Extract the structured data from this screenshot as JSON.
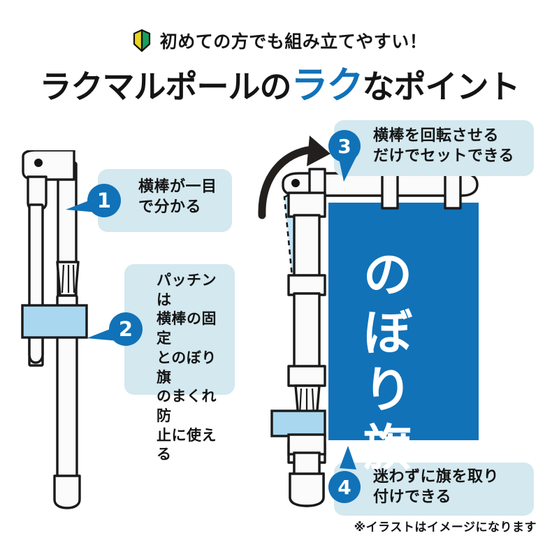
{
  "colors": {
    "brand_blue": "#1172B8",
    "flag_blue": "#1172B8",
    "callout_bg": "#d3e8ef",
    "clip_blue": "#a9d7f0",
    "outline": "#1a1a1a",
    "leaf_yellow": "#e8d520",
    "leaf_green": "#18a05a",
    "background": "#ffffff"
  },
  "header": {
    "leaf_icon": "beginner-leaf-icon",
    "subtitle": "初めての方でも組み立てやすい！",
    "title_before": "ラクマルポールの",
    "title_highlight": "ラク",
    "title_after": "なポイント"
  },
  "callouts": [
    {
      "number": "1",
      "lines": [
        "横棒が一目",
        "で分かる"
      ],
      "tail_direction": "left"
    },
    {
      "number": "2",
      "lines": [
        "パッチンは",
        "横棒の固定",
        "とのぼり旗",
        "のまくれ防",
        "止に使える"
      ],
      "tail_direction": "left"
    },
    {
      "number": "3",
      "lines": [
        "横棒を回転させる",
        "だけでセットできる"
      ],
      "tail_direction": "down"
    },
    {
      "number": "4",
      "lines": [
        "迷わずに旗を取り",
        "付けできる"
      ],
      "tail_direction": "up"
    }
  ],
  "flag": {
    "characters": [
      "の",
      "ぼ",
      "り",
      "旗"
    ],
    "text": "のぼり旗"
  },
  "illustrations": {
    "left": {
      "name": "pole-closed-illustration",
      "parts": [
        "top-cap",
        "crossbar-holder",
        "pole-joint",
        "patchin-clip",
        "lower-pole",
        "foot"
      ]
    },
    "right": {
      "name": "pole-with-flag-illustration",
      "parts": [
        "crossbar",
        "rotation-arrow",
        "dashed-ghost-crossbar",
        "vertical-pole",
        "patchin-clip",
        "foot",
        "flag"
      ]
    }
  },
  "footnote": "※イラストはイメージになります"
}
